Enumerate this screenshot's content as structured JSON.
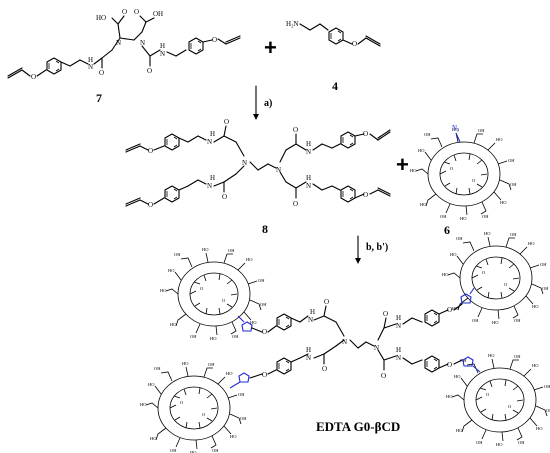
{
  "compounds": {
    "c7": "7",
    "c4": "4",
    "c8": "8",
    "c6": "6"
  },
  "steps": {
    "a": "a)",
    "b": "b, b')"
  },
  "plus": "+",
  "product_label": "EDTA G0-βCD",
  "atoms": {
    "O": "O",
    "N": "N",
    "H": "H",
    "NH": "NH",
    "HO": "HO",
    "OH": "OH",
    "NH2": "H₂N",
    "N3": "N₃"
  },
  "colors": {
    "triazole": "#1f2bd1",
    "bond": "#000000"
  }
}
